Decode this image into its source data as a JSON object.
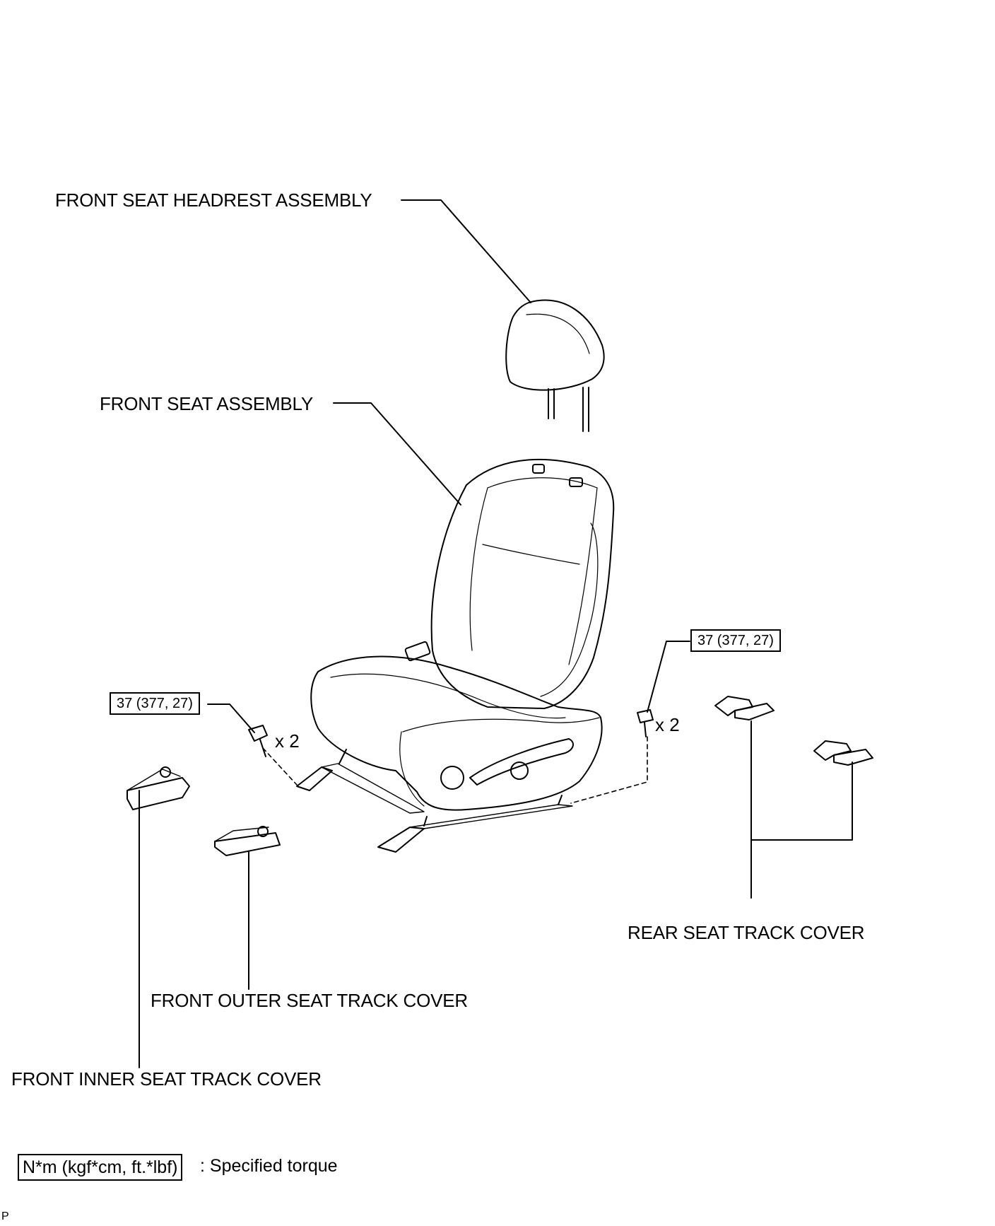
{
  "labels": {
    "headrest": "FRONT SEAT HEADREST ASSEMBLY",
    "seat": "FRONT SEAT ASSEMBLY",
    "rear_cover": "REAR SEAT TRACK COVER",
    "front_outer_cover": "FRONT OUTER SEAT TRACK COVER",
    "front_inner_cover": "FRONT INNER SEAT TRACK COVER"
  },
  "torque": {
    "left": "37 (377, 27)",
    "right": "37 (377, 27)"
  },
  "quantity": {
    "left": "x 2",
    "right": "x 2"
  },
  "legend": {
    "unit_box": "N*m (kgf*cm, ft.*lbf)",
    "description": ": Specified torque"
  },
  "corner_mark": "P"
}
